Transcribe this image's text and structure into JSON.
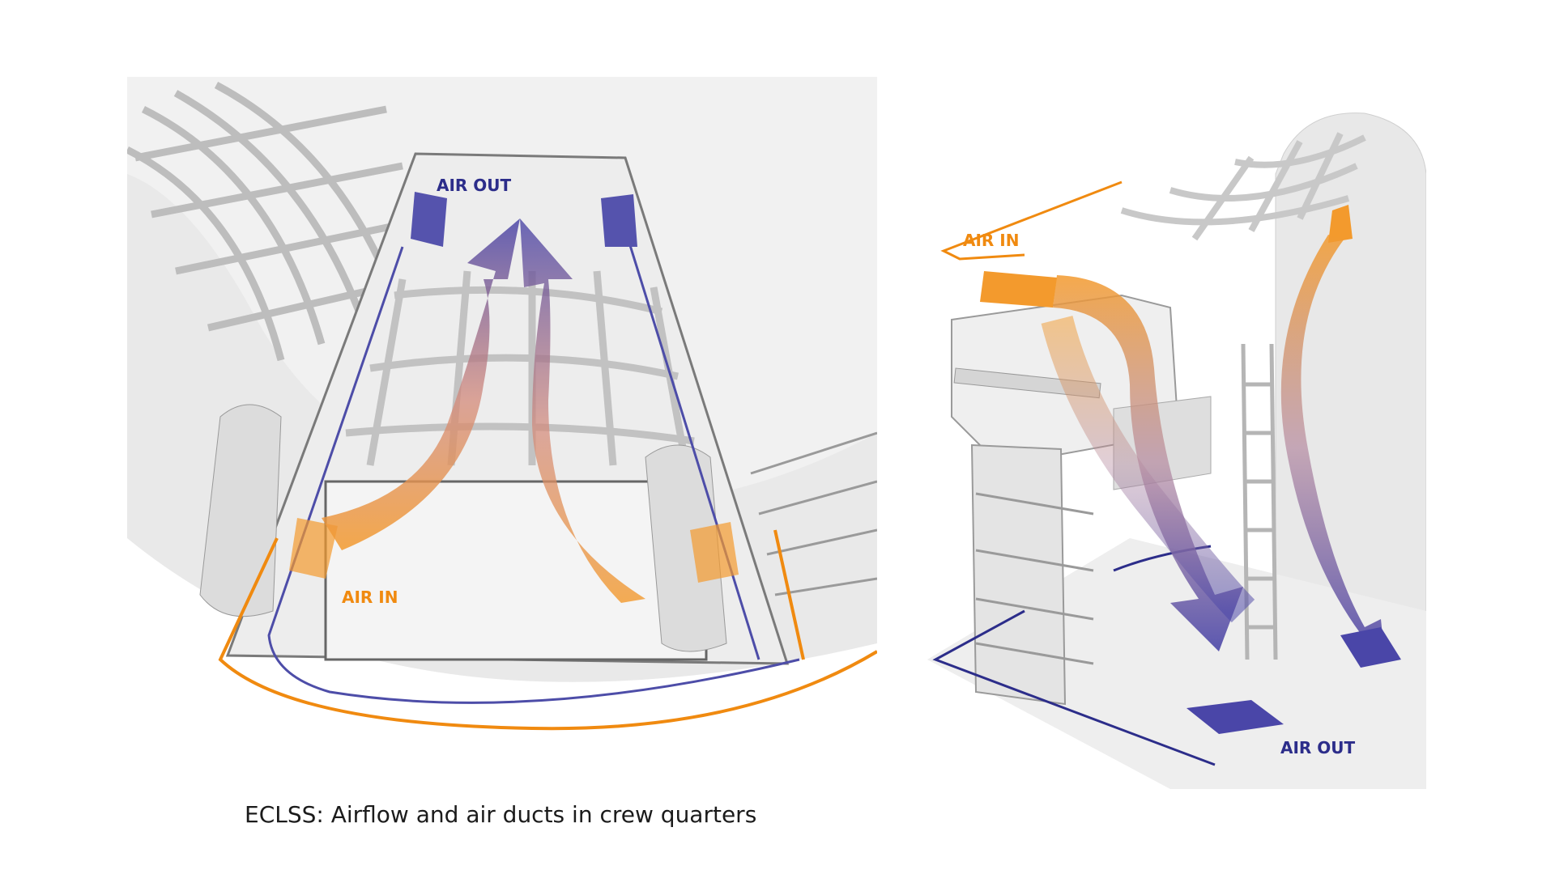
{
  "colors": {
    "air_in": "#f39a2d",
    "air_out": "#4a46a8",
    "duct_in": "#f08a10",
    "duct_out": "#2c2d8a"
  },
  "left_panel": {
    "label_air_out": "AIR OUT",
    "label_air_in": "AIR IN"
  },
  "right_panel": {
    "label_air_in": "AIR IN",
    "label_air_out": "AIR OUT"
  },
  "caption": "ECLSS: Airflow and air ducts in crew quarters"
}
